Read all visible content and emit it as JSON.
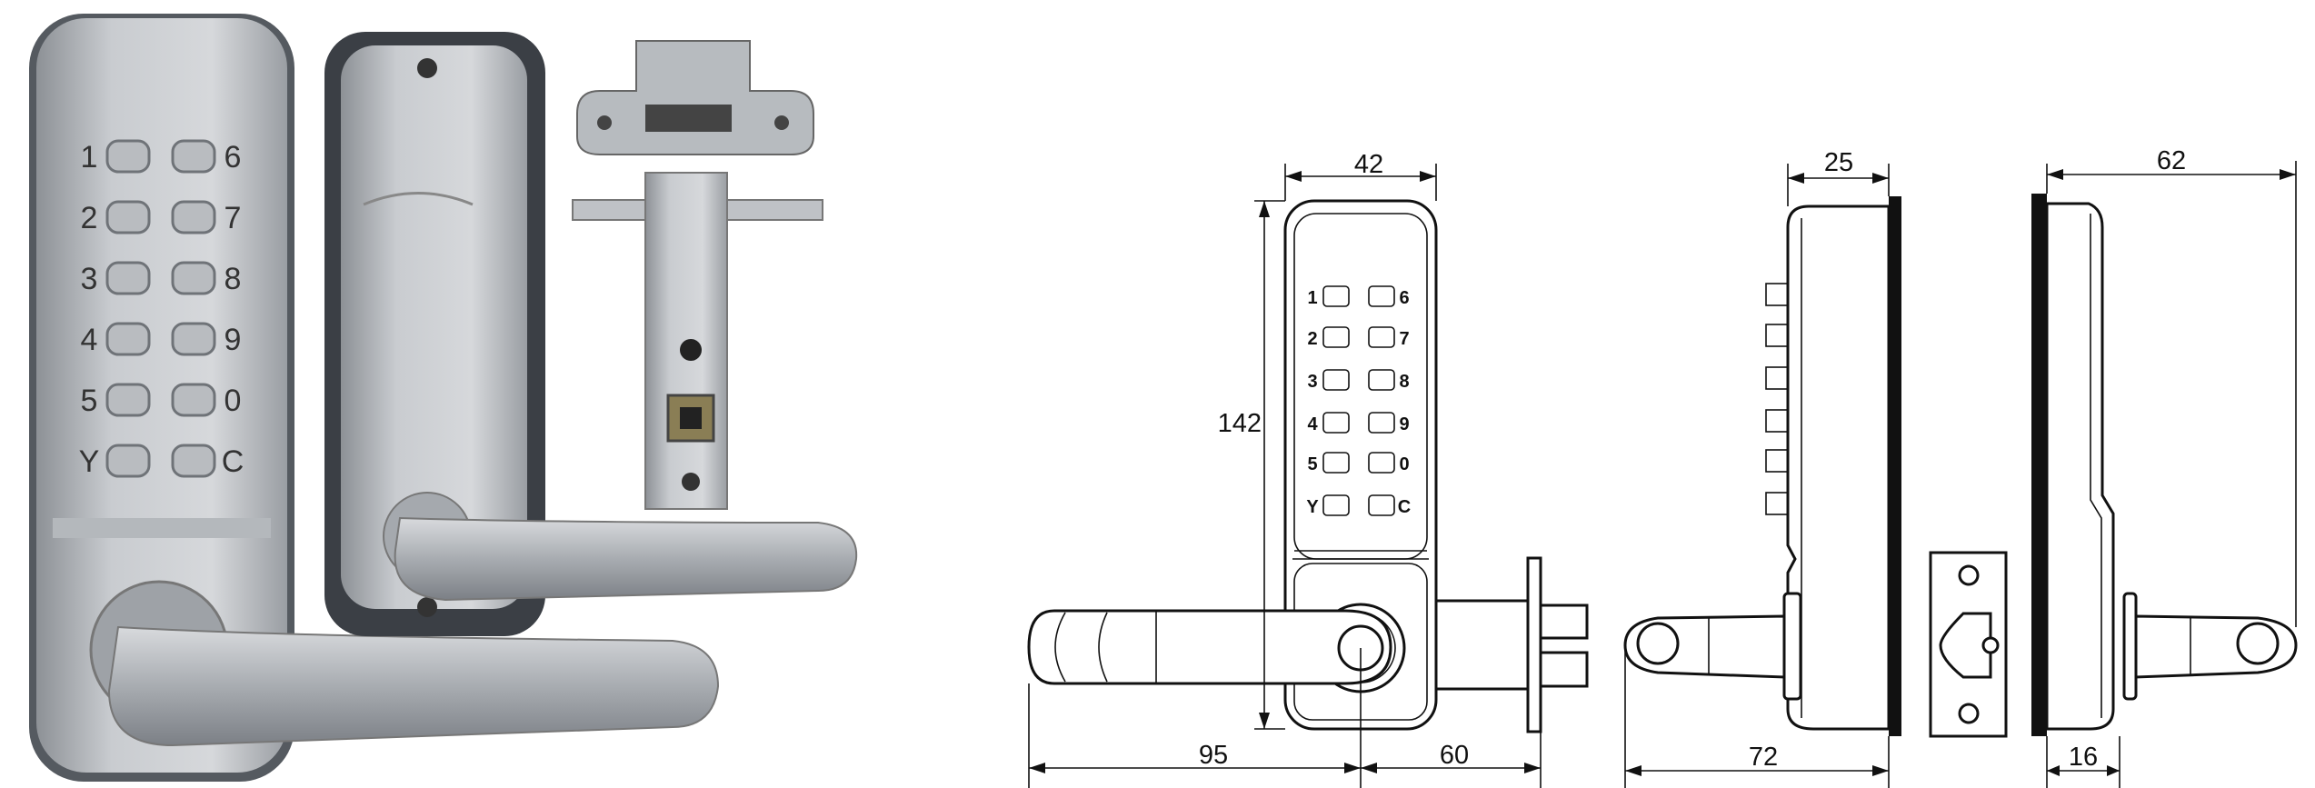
{
  "photo": {
    "keypad_labels_left": [
      "1",
      "2",
      "3",
      "4",
      "5",
      "Y"
    ],
    "keypad_labels_right": [
      "6",
      "7",
      "8",
      "9",
      "0",
      "C"
    ]
  },
  "drawing": {
    "keypad_labels_left": [
      "1",
      "2",
      "3",
      "4",
      "5",
      "Y"
    ],
    "keypad_labels_right": [
      "6",
      "7",
      "8",
      "9",
      "0",
      "C"
    ],
    "dimensions": {
      "width": "42",
      "height": "142",
      "lever_length": "95",
      "backset": "60",
      "body_depth": "25",
      "side_projection": "72",
      "inner_projection": "62",
      "inner_depth": "16"
    }
  }
}
